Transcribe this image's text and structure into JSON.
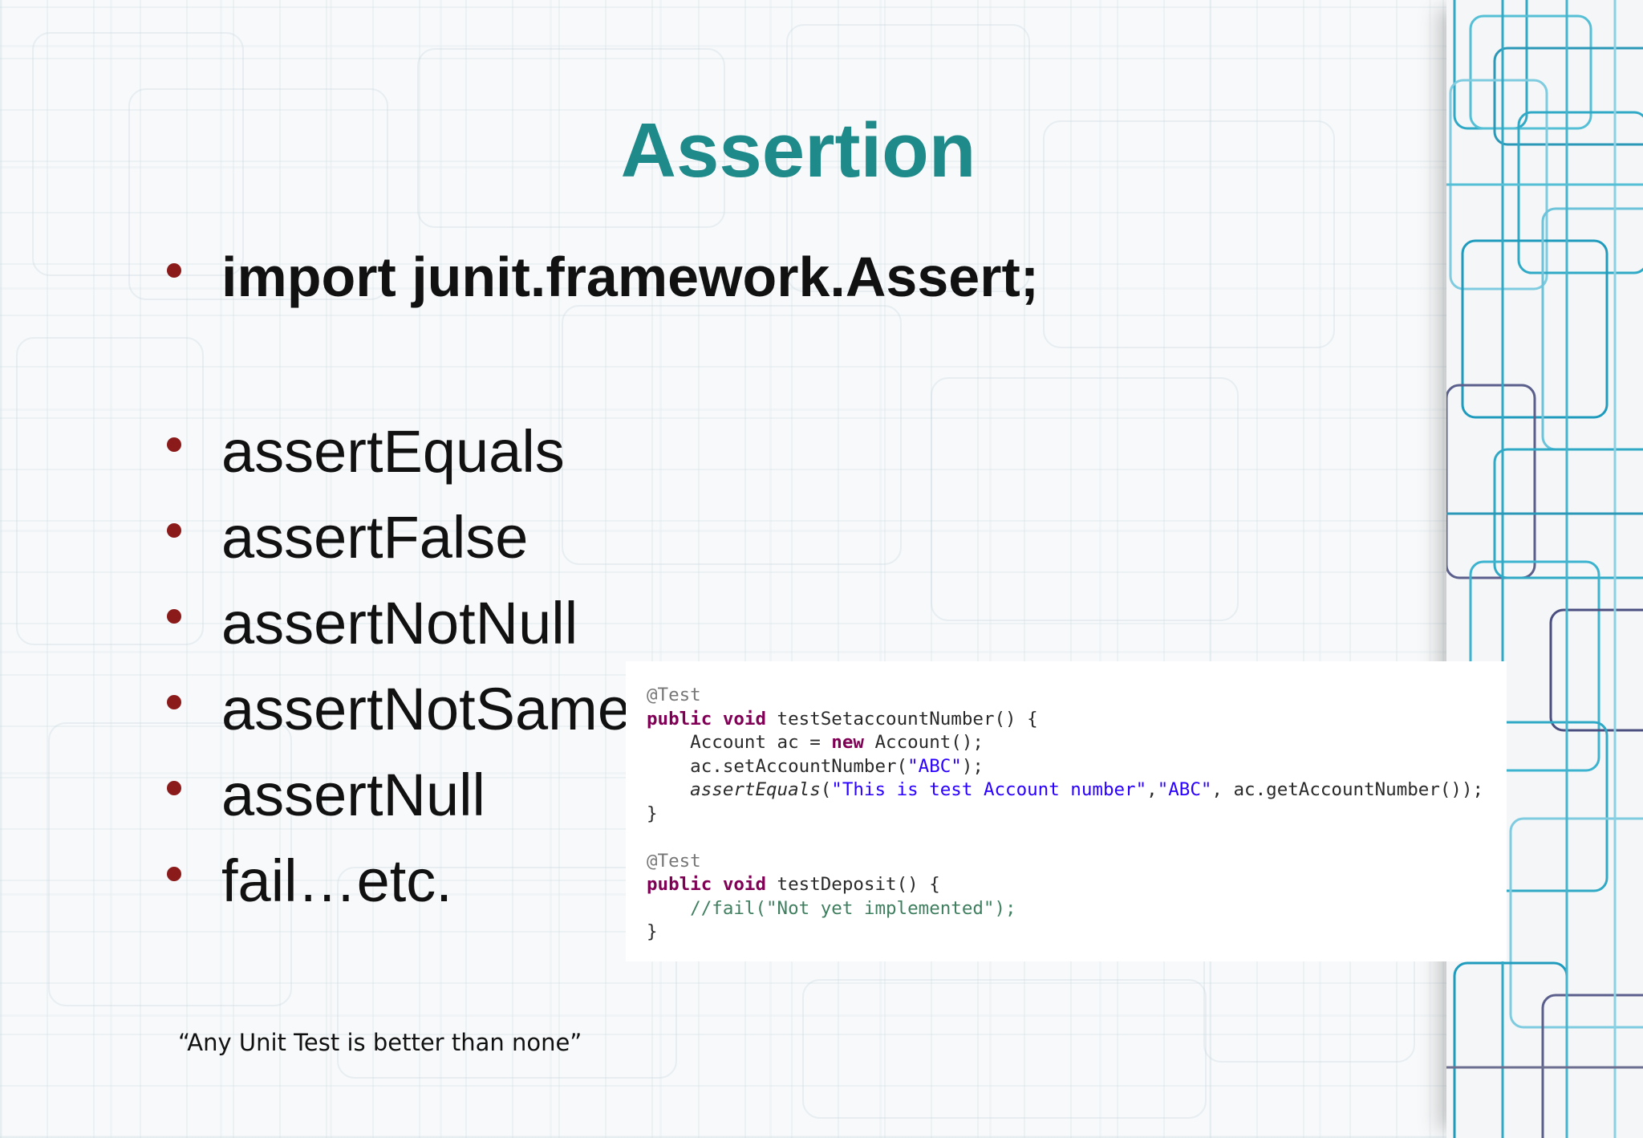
{
  "slide": {
    "title": "Assertion",
    "bullets": [
      {
        "text": "import junit.framework.Assert;",
        "bold": true
      },
      {
        "text": "assertEquals",
        "bold": false
      },
      {
        "text": "assertFalse",
        "bold": false
      },
      {
        "text": "assertNotNull",
        "bold": false
      },
      {
        "text": "assertNotSame",
        "bold": false
      },
      {
        "text": "assertNull",
        "bold": false
      },
      {
        "text": "fail…etc.",
        "bold": false
      }
    ],
    "quote": "“Any Unit Test is better than none”"
  },
  "code": {
    "line1_annotation": "@Test",
    "line2_kw": "public void",
    "line2_rest": " testSetaccountNumber() {",
    "line3_a": "    Account ac = ",
    "line3_kw": "new",
    "line3_b": " Account();",
    "line4_a": "    ac.setAccountNumber(",
    "line4_str": "\"ABC\"",
    "line4_b": ");",
    "line5_method": "    assertEquals",
    "line5_a": "(",
    "line5_str1": "\"This is test Account number\"",
    "line5_b": ",",
    "line5_str2": "\"ABC\"",
    "line5_c": ", ac.getAccountNumber());",
    "line6": "}",
    "line8_annotation": "@Test",
    "line9_kw": "public void",
    "line9_rest": " testDeposit() {",
    "line10_comment": "    //fail(\"Not yet implemented\");",
    "line11": "}"
  },
  "colors": {
    "title": "#1f8a8a",
    "bullet_dot": "#8b1a1a",
    "keyword": "#7f0055",
    "string": "#2a00ff",
    "comment": "#3f7f5f",
    "annotation": "#777777",
    "strip_lines": "#29a8c4"
  }
}
